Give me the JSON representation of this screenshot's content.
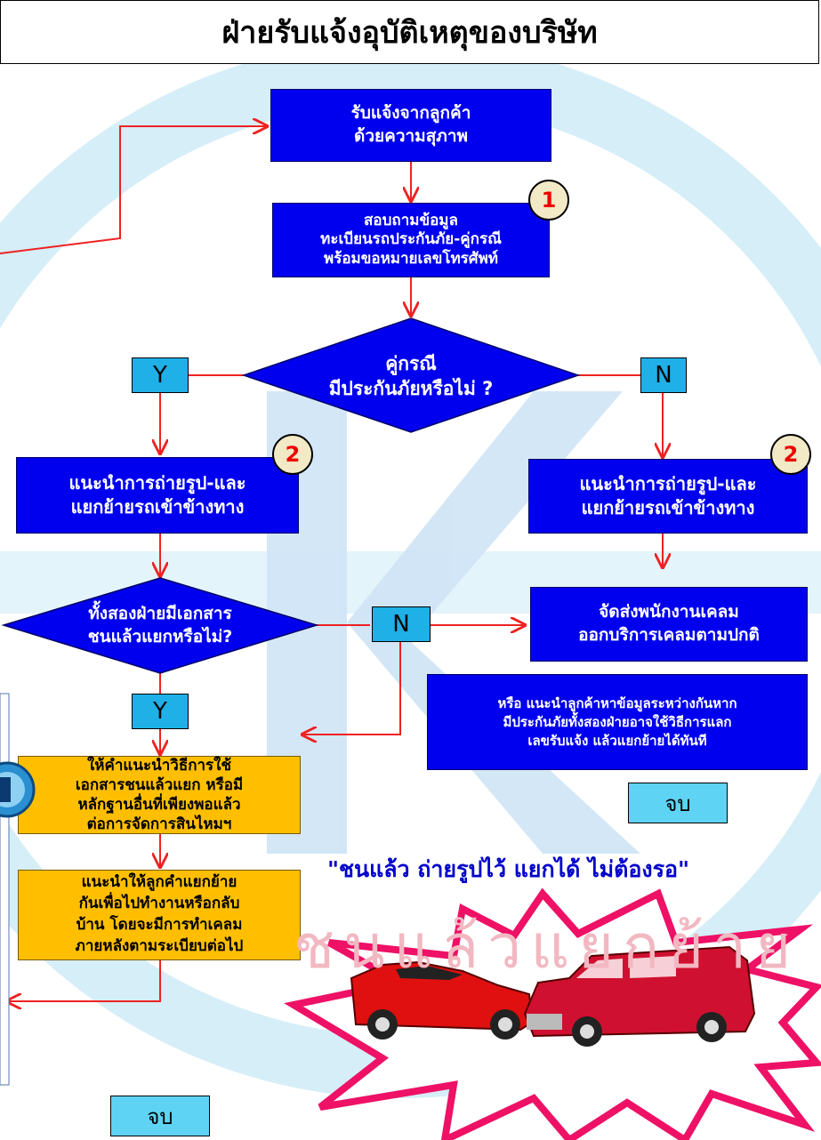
{
  "title": "ฝ่ายรับแจ้งอุบัติเหตุของบริษัท",
  "nodes": {
    "receive": [
      "รับแจ้งจากลูกค้า",
      "ด้วยความสุภาพ"
    ],
    "inquire": [
      "สอบถามข้อมูล",
      "ทะเบียนรถประกันภัย-คู่กรณี",
      "พร้อมขอหมายเลขโทรศัพท์"
    ],
    "decision_insurance": [
      "คู่กรณี",
      "มีประกันภัยหรือไม่ ?"
    ],
    "advise_photo_left": [
      "แนะนำการถ่ายรูป-และ",
      "แยกย้ายรถเข้าข้างทาง"
    ],
    "advise_photo_right": [
      "แนะนำการถ่ายรูป-และ",
      "แยกย้ายรถเข้าข้างทาง"
    ],
    "decision_documents": [
      "ทั้งสองฝ่ายมีเอกสาร",
      "ชนแล้วแยกหรือไม่?"
    ],
    "send_claim_staff": [
      "จัดส่งพนักงานเคลม",
      "ออกบริการเคลมตามปกติ"
    ],
    "exchange_info": [
      "หรือ แนะนำลูกค้าหาข้อมูลระหว่างกันหาก",
      "มีประกันภัยทั้งสองฝ่ายอาจใช้วิธีการแลก",
      "เลขรับแจ้ง แล้วแยกย้ายได้ทันที"
    ],
    "advise_docs": [
      "ให้คำแนะนำวิธีการใช้",
      "เอกสารชนแล้วแยก หรือมี",
      "หลักฐานอื่นที่เพียงพอแล้ว",
      "ต่อการจัดการสินไหมฯ"
    ],
    "advise_separate": [
      "แนะนำให้ลูกคำแยกย้าย",
      "กันเพื่อไปทำงานหรือกลับ",
      "บ้าน โดยจะมีการทำเคลม",
      "ภายหลังตามระเบียบต่อไป"
    ]
  },
  "labels": {
    "yes": "Y",
    "no": "N",
    "end": "จบ"
  },
  "badges": {
    "one": "1",
    "two": "2"
  },
  "slogan": "\"ชนแล้ว ถ่ายรูปไว้ แยกได้ ไม่ต้องรอ\"",
  "banner": "ชนแล้วแยกย้าย",
  "colors": {
    "process_box": "#0000ee",
    "action_box": "#ffbf00",
    "yes_no_box": "#1fb0e8",
    "end_box": "#5fd3f3",
    "arrow": "#ee2222",
    "starburst_fill": "#ffffff",
    "starburst_stroke": "#ee1166",
    "slogan_text": "#0000cc"
  },
  "icons": [
    "number-badge-icon",
    "red-sports-car-icon",
    "red-van-icon",
    "company-logo-icon"
  ]
}
